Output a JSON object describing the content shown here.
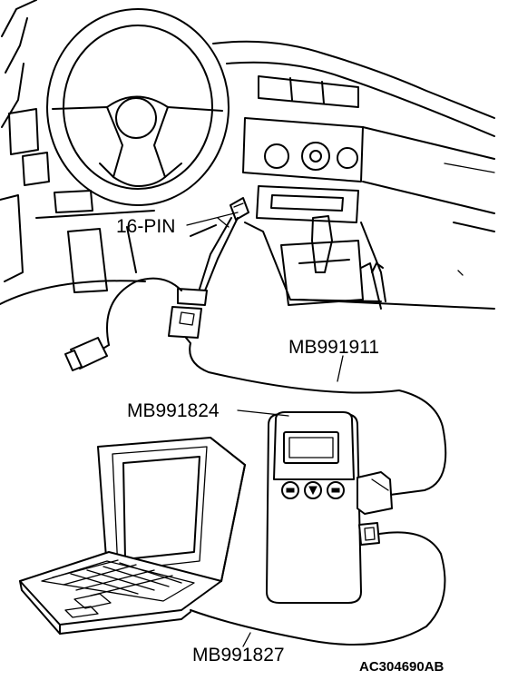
{
  "labels": {
    "pin": "16-PIN",
    "cable_main": "MB991911",
    "vci": "MB991824",
    "usb_cable": "MB991827"
  },
  "figure_code": "AC304690AB",
  "icons": [
    "steering-wheel-icon",
    "dashboard-icon",
    "gear-shift-icon",
    "vci-device-icon",
    "laptop-icon",
    "connector-icon"
  ]
}
